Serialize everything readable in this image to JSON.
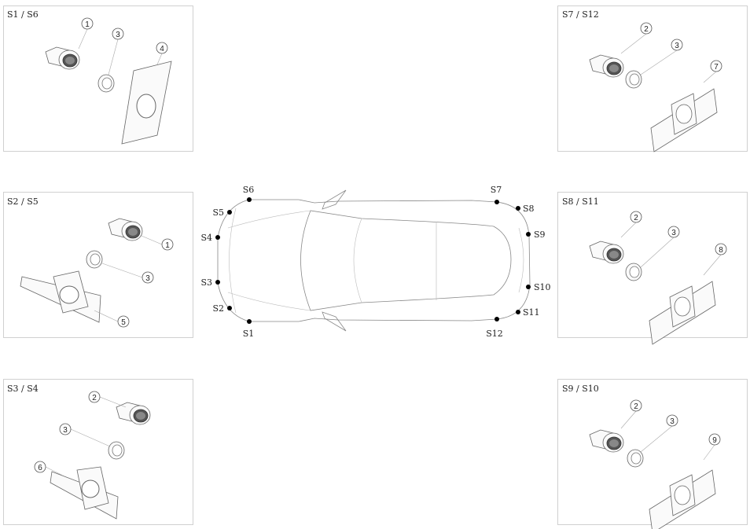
{
  "panels": [
    {
      "title": "S1 / S6",
      "callouts": [
        "1",
        "3",
        "4"
      ]
    },
    {
      "title": "S7 / S12",
      "callouts": [
        "2",
        "3",
        "7"
      ]
    },
    {
      "title": "S2 / S5",
      "callouts": [
        "1",
        "3",
        "5"
      ]
    },
    {
      "title": "S8 / S11",
      "callouts": [
        "2",
        "3",
        "8"
      ]
    },
    {
      "title": "S3 / S4",
      "callouts": [
        "2",
        "3",
        "6"
      ]
    },
    {
      "title": "S9 / S10",
      "callouts": [
        "2",
        "3",
        "9"
      ]
    }
  ],
  "sensors": [
    "S1",
    "S2",
    "S3",
    "S4",
    "S5",
    "S6",
    "S7",
    "S8",
    "S9",
    "S10",
    "S11",
    "S12"
  ]
}
